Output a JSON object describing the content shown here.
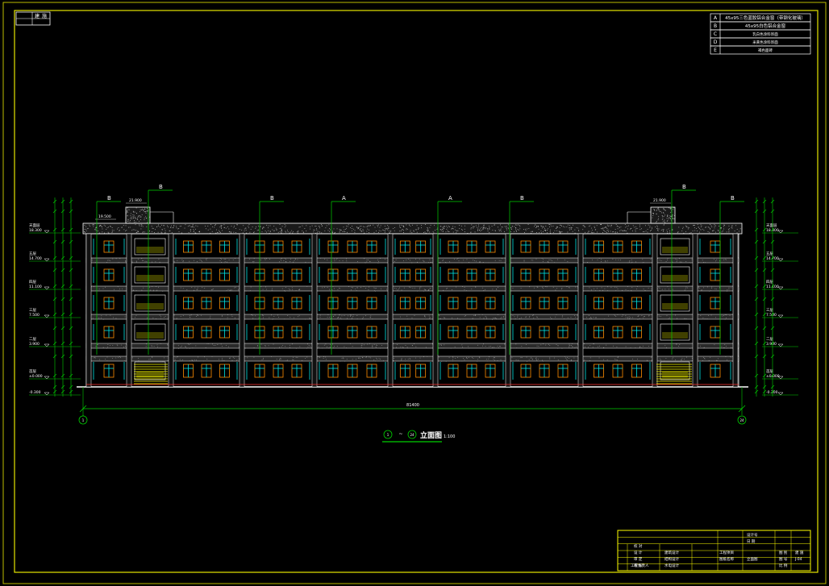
{
  "sheet": {
    "corner_tag": [
      "建",
      "施"
    ],
    "border_color": "#e6e600",
    "line_colors": {
      "green": "#00d000",
      "cyan": "#00e5e5",
      "yellow": "#ffff00",
      "orange": "#ff8c00",
      "white": "#ffffff"
    }
  },
  "legend": {
    "rows": [
      {
        "code": "A",
        "text": "45x95三色蓝胶铝合金窗（带钢化玻璃）"
      },
      {
        "code": "B",
        "text": "45x95白色铝合金窗"
      },
      {
        "code": "C",
        "text": "乳白色涂料饰面"
      },
      {
        "code": "D",
        "text": "米黄色涂料饰面"
      },
      {
        "code": "E",
        "text": "褐色面砖"
      }
    ]
  },
  "elevation": {
    "material_callouts": [
      "B",
      "B",
      "B",
      "A",
      "A",
      "B",
      "B",
      "B"
    ],
    "roof_marks": [
      "21.900",
      "19.500",
      "21.900"
    ],
    "left_levels": [
      {
        "name": "天面层",
        "value": "18.300"
      },
      {
        "name": "五层",
        "value": "14.700"
      },
      {
        "name": "四层",
        "value": "11.100"
      },
      {
        "name": "三层",
        "value": "7.500"
      },
      {
        "name": "二层",
        "value": "3.900"
      },
      {
        "name": "首层",
        "value": "±0.000"
      },
      {
        "name": "",
        "value": "-0.300"
      }
    ],
    "right_levels": [
      {
        "name": "天面层",
        "value": "18.300"
      },
      {
        "name": "五层",
        "value": "14.700"
      },
      {
        "name": "四层",
        "value": "11.100"
      },
      {
        "name": "三层",
        "value": "7.500"
      },
      {
        "name": "二层",
        "value": "3.900"
      },
      {
        "name": "首层",
        "value": "±0.000"
      },
      {
        "name": "",
        "value": "-0.300"
      }
    ],
    "overall_width": "81400",
    "left_axis": "1",
    "right_axis": "24",
    "title_axis_left": "1",
    "title_axis_right": "24",
    "title": "立面图",
    "title_tilde": "~",
    "scale": "1:100"
  },
  "title_block": {
    "cells": {
      "c1": "校 对",
      "c2": "设 计",
      "c3": "设计号",
      "c4": "日 期",
      "c5": "图 别",
      "c6": "建 施",
      "c7": "图 号",
      "c8": "J-04",
      "c9": "工程项目",
      "c10": "审 定",
      "c11": "审 核",
      "c12": "工程负责人",
      "c13": "建筑设计",
      "c14": "结构设计",
      "c15": "水电设计",
      "c16": "图纸名称",
      "c17": "比 例",
      "c18": "立面图"
    }
  }
}
